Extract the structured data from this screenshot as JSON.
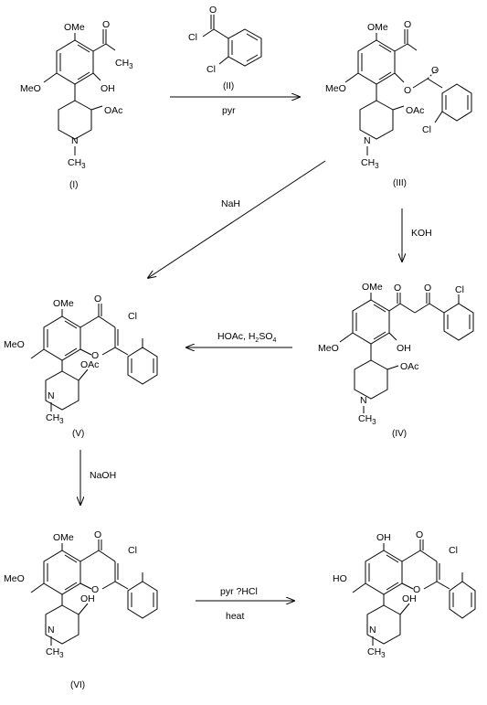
{
  "compounds": {
    "I": {
      "label": "(I)",
      "atoms": {
        "ome": "OMe",
        "meo": "MeO",
        "oh": "OH",
        "oac": "OAc",
        "n": "N",
        "ch3": "CH",
        "ch3_sub": "3",
        "me": "CH",
        "me_sub": "3",
        "o": "O"
      }
    },
    "II": {
      "label": "(II)",
      "atoms": {
        "cl1": "Cl",
        "cl2": "Cl",
        "o": "O"
      }
    },
    "III": {
      "label": "(III)",
      "atoms": {
        "ome": "OMe",
        "meo": "MeO",
        "oac": "OAc",
        "o1": "O",
        "o2": "O",
        "o3": "O",
        "cl": "Cl",
        "n": "N",
        "ch3": "CH",
        "ch3_sub": "3"
      }
    },
    "IV": {
      "label": "(IV)",
      "atoms": {
        "ome": "OMe",
        "meo": "MeO",
        "oh": "OH",
        "oac": "OAc",
        "o1": "O",
        "o2": "O",
        "cl": "Cl",
        "n": "N",
        "ch3": "CH",
        "ch3_sub": "3"
      }
    },
    "V": {
      "label": "(V)",
      "atoms": {
        "ome": "OMe",
        "meo": "MeO",
        "o1": "O",
        "o2": "O",
        "oac": "OAc",
        "cl": "Cl",
        "n": "N",
        "ch3": "CH",
        "ch3_sub": "3"
      }
    },
    "VI": {
      "label": "(VI)",
      "atoms": {
        "ome": "OMe",
        "meo": "MeO",
        "o1": "O",
        "o2": "O",
        "oh": "OH",
        "cl": "Cl",
        "n": "N",
        "ch3": "CH",
        "ch3_sub": "3"
      }
    },
    "VII": {
      "label": "",
      "atoms": {
        "oh1": "OH",
        "ho": "HO",
        "o1": "O",
        "o2": "O",
        "oh2": "OH",
        "cl": "Cl",
        "n": "N",
        "ch3": "CH",
        "ch3_sub": "3"
      }
    }
  },
  "reagents": {
    "step1_bottom": "pyr",
    "step2": "NaH",
    "step3": "KOH",
    "step4_main": "HOAc, H",
    "step4_sub2": "2",
    "step4_mid": "SO",
    "step4_sub4": "4",
    "step5": "NaOH",
    "step6_top": "pyr ?HCl",
    "step6_bottom": "heat"
  }
}
